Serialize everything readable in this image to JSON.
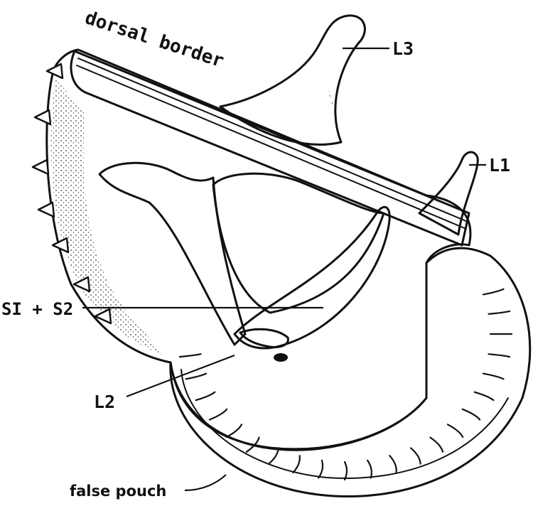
{
  "labels": {
    "dorsal_border": "dorsal border",
    "l3": "L3",
    "l1": "L1",
    "s1_s2": "SI + S2",
    "l2": "L2",
    "false_pouch": "false pouch"
  }
}
